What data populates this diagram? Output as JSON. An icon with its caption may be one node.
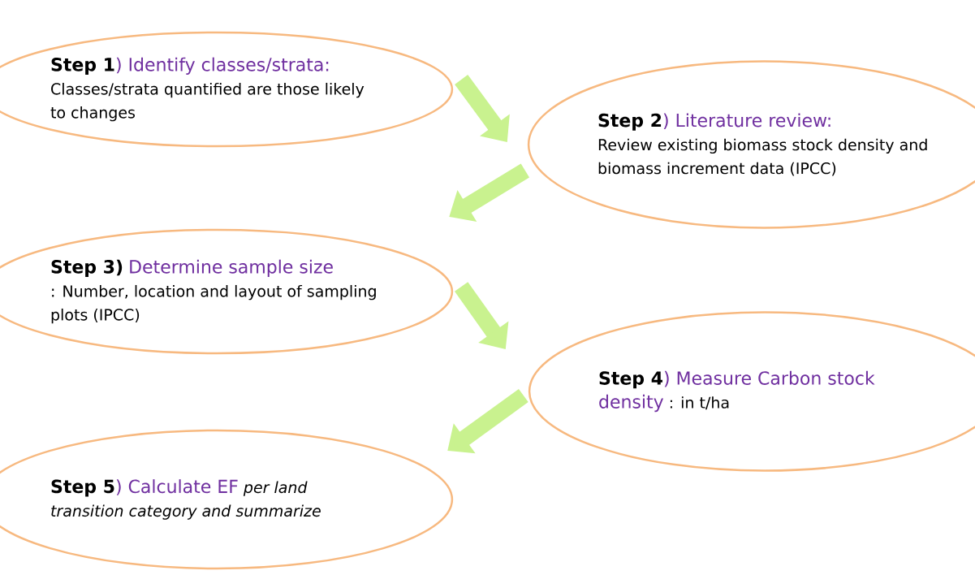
{
  "diagram": {
    "nodes": [
      {
        "text": [
          "Step 1",
          ") Identify classes/strata:",
          "Classes/strata quantified are those likely to changes"
        ]
      },
      {
        "text": [
          "Step 2",
          ") Literature review:",
          "Review existing biomass stock density and biomass increment data (IPCC)"
        ]
      },
      {
        "text": [
          "Step 3)",
          "Determine sample size",
          ": Number, location and layout of sampling plots (IPCC)"
        ]
      },
      {
        "text": [
          "Step 4",
          ") Measure Carbon stock density",
          ": in t/ha"
        ]
      },
      {
        "text": [
          "Step 5",
          ") Calculate EF",
          "*per land transition category and summarize*"
        ]
      }
    ],
    "edges": [
      {
        "from": 0,
        "to": 1,
        "arrow": "to"
      },
      {
        "from": 1,
        "to": 2,
        "arrow": "to"
      },
      {
        "from": 2,
        "to": 3,
        "arrow": "to"
      },
      {
        "from": 3,
        "to": 4,
        "arrow": "to"
      }
    ]
  }
}
